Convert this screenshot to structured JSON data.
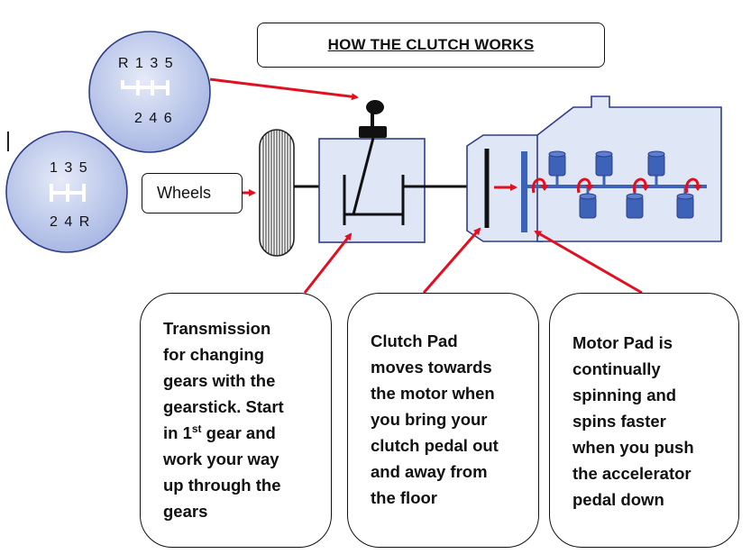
{
  "title": "HOW THE CLUTCH WORKS",
  "wheels_label": "Wheels",
  "shift_patterns": {
    "upper": {
      "top_row": "R 1 3 5",
      "bottom_row": "2 4 6"
    },
    "lower": {
      "top_row": "1 3 5",
      "bottom_row": "2 4 R"
    }
  },
  "callouts": {
    "transmission": {
      "lines": [
        "Transmission",
        "for changing",
        "gears with the",
        "gearstick. Start"
      ],
      "line5_pre": "in 1",
      "line5_sup": "st",
      "line5_post": " gear and",
      "lines_after": [
        "work your way",
        "up through the",
        "gears"
      ]
    },
    "clutch_pad": {
      "lines": [
        "Clutch Pad",
        "moves towards",
        "the motor when",
        "you bring your",
        "clutch pedal out",
        "and away from",
        "the floor"
      ]
    },
    "motor_pad": {
      "lines": [
        "Motor Pad is",
        "continually",
        "spinning and",
        "spins faster",
        "when you push",
        "the accelerator",
        "pedal down"
      ]
    }
  },
  "colors": {
    "circle_fill": "#b9c6ea",
    "box_fill": "#dfe6f6",
    "pad_blue": "#3d63b8",
    "outline": "#2f3d87",
    "arrow": "#e01020"
  }
}
